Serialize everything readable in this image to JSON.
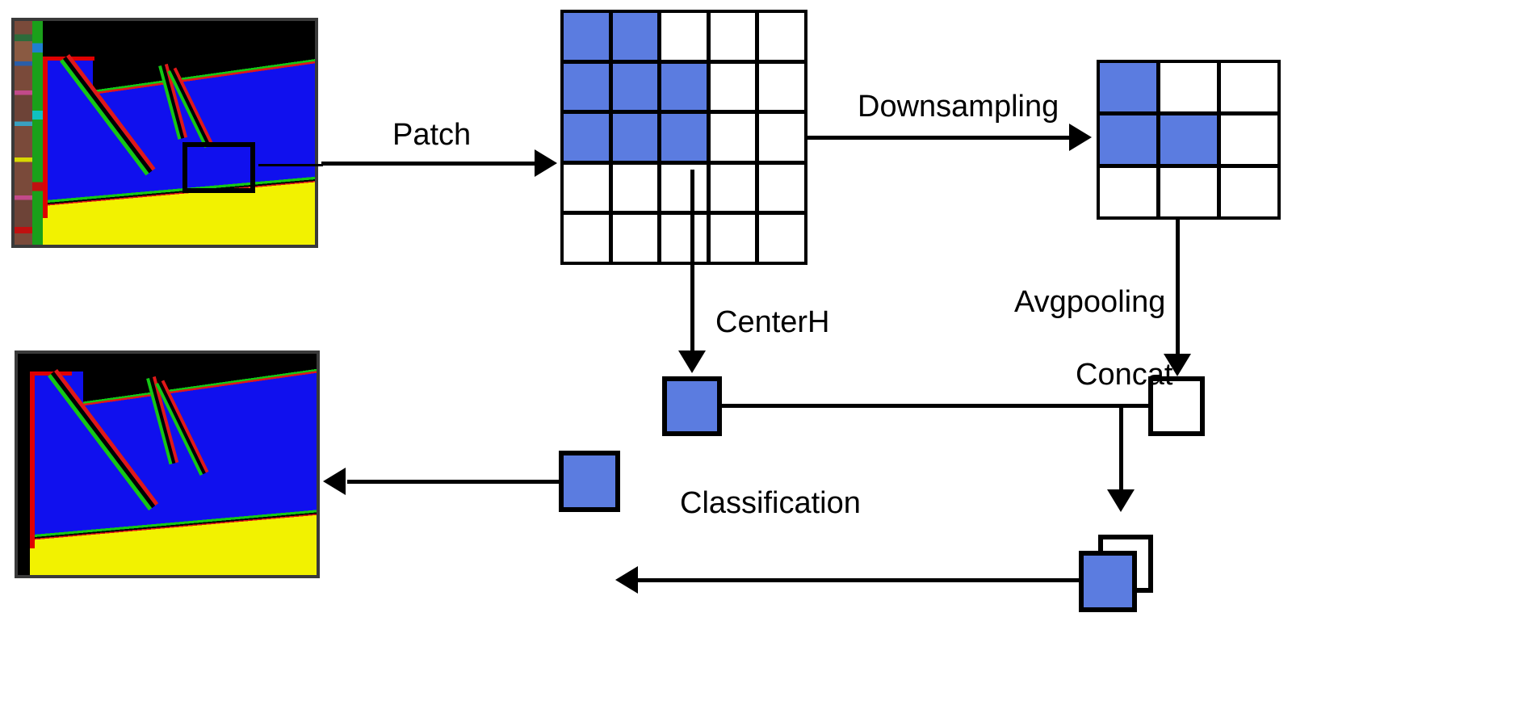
{
  "diagram": {
    "title": "Patch-based Downsampling / CenterH / Avgpooling / Concat / Classification pipeline",
    "background_color": "#ffffff",
    "stroke_color": "#000000",
    "accent_blue": "#5b7ce0",
    "labels": {
      "patch": "Patch",
      "downsampling": "Downsampling",
      "avgpooling": "Avgpooling",
      "centerh": "CenterH",
      "concat": "Concat",
      "classification": "Classification"
    },
    "nodes": {
      "input_image": {
        "name": "input-sar-image",
        "roi_label": ""
      },
      "output_image": {
        "name": "output-classified-image"
      },
      "patch_grid": {
        "name": "patch-grid",
        "rows": 5,
        "cols": 5,
        "filled": [
          [
            1,
            1,
            0,
            0,
            0
          ],
          [
            1,
            1,
            1,
            0,
            0
          ],
          [
            1,
            1,
            1,
            0,
            0
          ],
          [
            0,
            0,
            0,
            0,
            0
          ],
          [
            0,
            0,
            0,
            0,
            0
          ]
        ]
      },
      "downsampled_grid": {
        "name": "downsampled-grid",
        "rows": 3,
        "cols": 3,
        "filled": [
          [
            1,
            0,
            0
          ],
          [
            1,
            1,
            0
          ],
          [
            0,
            0,
            0
          ]
        ]
      },
      "centerh_vector": {
        "name": "centerh-feature",
        "fill": "blue"
      },
      "avgpool_vector": {
        "name": "avgpool-feature",
        "fill": "white"
      },
      "concat_vector_front": {
        "name": "concat-feature-front",
        "fill": "blue"
      },
      "concat_vector_back": {
        "name": "concat-feature-back",
        "fill": "white"
      },
      "classified_vector": {
        "name": "classified-feature",
        "fill": "blue"
      }
    },
    "edges": [
      {
        "from": "input_image",
        "to": "patch_grid",
        "label": "Patch",
        "direction": "right"
      },
      {
        "from": "patch_grid",
        "to": "downsampled_grid",
        "label": "Downsampling",
        "direction": "right"
      },
      {
        "from": "patch_grid",
        "to": "centerh_vector",
        "label": "CenterH",
        "direction": "down"
      },
      {
        "from": "downsampled_grid",
        "to": "avgpool_vector",
        "label": "Avgpooling",
        "direction": "down"
      },
      {
        "from": "centerh_vector",
        "to": "concat_vector_front",
        "label": "Concat",
        "direction": "down"
      },
      {
        "from": "avgpool_vector",
        "to": "concat_vector_front",
        "label": "Concat",
        "direction": "down"
      },
      {
        "from": "concat_vector_front",
        "to": "classified_vector",
        "label": "Classification",
        "direction": "left"
      },
      {
        "from": "classified_vector",
        "to": "output_image",
        "label": "",
        "direction": "left"
      }
    ]
  }
}
